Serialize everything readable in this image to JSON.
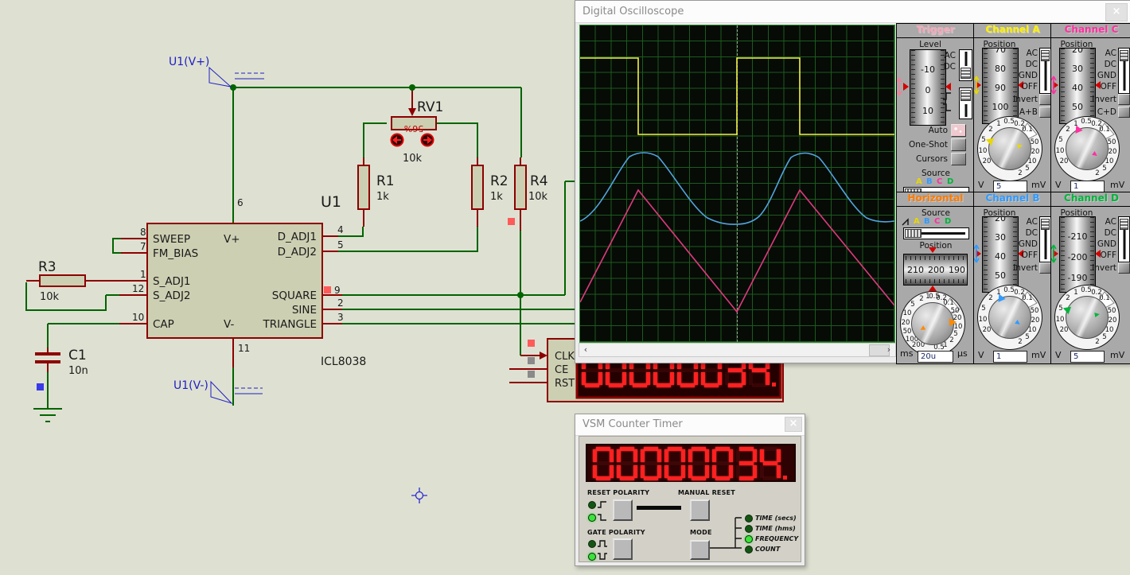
{
  "colors": {
    "wire_green": "#006400",
    "part_red": "#8C0000",
    "part_fill": "#CDCFB2",
    "marker_red": "#FF5A5A",
    "marker_gray": "#8A8A8A",
    "marker_blue": "#3A3AE8",
    "probe_blue": "#2020C0",
    "seg_red": "#FF2020",
    "ch_a": "#E8D800",
    "ch_b": "#2F9BFF",
    "ch_c": "#FF2FA0",
    "ch_d": "#00B43C",
    "horiz": "#FF7A00",
    "trigger": "#F4A7B9"
  },
  "schematic": {
    "power_flags": {
      "vplus": "U1(V+)",
      "vminus": "U1(V-)"
    },
    "chip": {
      "ref": "U1",
      "part": "ICL8038",
      "left_pins": [
        {
          "n": "8",
          "label": "SWEEP"
        },
        {
          "n": "7",
          "label": "FM_BIAS"
        },
        {
          "n": "1",
          "label": "S_ADJ1"
        },
        {
          "n": "12",
          "label": "S_ADJ2"
        },
        {
          "n": "10",
          "label": "CAP"
        }
      ],
      "right_pins": [
        {
          "n": "4",
          "label": "D_ADJ1"
        },
        {
          "n": "5",
          "label": "D_ADJ2"
        },
        {
          "n": "9",
          "label": "SQUARE"
        },
        {
          "n": "2",
          "label": "SINE"
        },
        {
          "n": "3",
          "label": "TRIANGLE"
        }
      ],
      "top_pin": {
        "n": "6",
        "label": "V+"
      },
      "bottom_pin": {
        "n": "11",
        "label": "V-"
      }
    },
    "parts": {
      "r1": {
        "ref": "R1",
        "value": "1k"
      },
      "r2": {
        "ref": "R2",
        "value": "1k"
      },
      "r3": {
        "ref": "R3",
        "value": "10k"
      },
      "r4": {
        "ref": "R4",
        "value": "10k"
      },
      "rv1": {
        "ref": "RV1",
        "value": "10k",
        "wiper": "56%"
      },
      "c1": {
        "ref": "C1",
        "value": "10n"
      }
    },
    "counter_component": {
      "pins": [
        "CLK",
        "CE",
        "RST"
      ],
      "display": "00000034."
    }
  },
  "oscilloscope": {
    "title": "Digital Oscilloscope",
    "close": "×",
    "scroll_left": "‹",
    "scroll_right": "›",
    "trigger": {
      "title": "Trigger",
      "level_label": "Level",
      "scale": [
        "-10",
        "0",
        "10"
      ],
      "coupling": [
        "AC",
        "DC"
      ],
      "buttons": [
        "Auto",
        "One-Shot",
        "Cursors"
      ],
      "source_label": "Source",
      "source_channels": [
        "A",
        "B",
        "C",
        "D"
      ]
    },
    "horizontal": {
      "title": "Horizontal",
      "source_label": "Source",
      "source_channels": [
        "A",
        "B",
        "C",
        "D"
      ],
      "position_label": "Position",
      "position_scale": [
        "210",
        "200",
        "190"
      ],
      "value": "20u",
      "knob": {
        "left": [
          "2",
          "5",
          "10",
          "20",
          "50",
          "100",
          "200"
        ],
        "top": [
          "1",
          "0.5",
          "0.2",
          "0.1"
        ],
        "right": [
          "50",
          "20",
          "10",
          "5",
          "2",
          "1",
          "0.5"
        ],
        "unit_left": "ms",
        "unit_right": "µs"
      }
    },
    "knob_scale": {
      "top": [
        "0.5",
        "0.2",
        "0.1"
      ],
      "left": [
        "1",
        "2",
        "5",
        "10",
        "20"
      ],
      "right": [
        "50",
        "20",
        "10",
        "5",
        "2"
      ],
      "unit_left": "V",
      "unit_right": "mV"
    },
    "channels": {
      "a": {
        "title": "Channel A",
        "position_label": "Position",
        "scale": [
          "70",
          "80",
          "90",
          "100"
        ],
        "coupling": [
          "AC",
          "DC",
          "GND",
          "OFF"
        ],
        "invert_label": "Invert",
        "sum_label": "A+B",
        "value": "5"
      },
      "b": {
        "title": "Channel B",
        "position_label": "Position",
        "scale": [
          "20",
          "30",
          "40",
          "50"
        ],
        "coupling": [
          "AC",
          "DC",
          "GND",
          "OFF"
        ],
        "invert_label": "Invert",
        "value": "1"
      },
      "c": {
        "title": "Channel C",
        "position_label": "Position",
        "scale": [
          "20",
          "30",
          "40",
          "50"
        ],
        "coupling": [
          "AC",
          "DC",
          "GND",
          "OFF"
        ],
        "invert_label": "Invert",
        "sum_label": "C+D",
        "value": "1"
      },
      "d": {
        "title": "Channel D",
        "position_label": "Position",
        "scale": [
          "-210",
          "-200",
          "-190"
        ],
        "coupling": [
          "AC",
          "DC",
          "GND",
          "OFF"
        ],
        "invert_label": "Invert",
        "value": "5"
      }
    }
  },
  "counter_timer": {
    "title": "VSM Counter Timer",
    "close": "×",
    "display": "00000034.",
    "reset_polarity_label": "RESET POLARITY",
    "manual_reset_label": "MANUAL RESET",
    "gate_polarity_label": "GATE POLARITY",
    "mode_label": "MODE",
    "reset_leds": [
      {
        "on": false
      },
      {
        "on": true
      }
    ],
    "gate_leds": [
      {
        "on": false
      },
      {
        "on": true
      }
    ],
    "mode_leds": [
      {
        "label": "TIME (secs)",
        "on": false
      },
      {
        "label": "TIME (hms)",
        "on": false
      },
      {
        "label": "FREQUENCY",
        "on": true
      },
      {
        "label": "COUNT",
        "on": false
      }
    ]
  }
}
